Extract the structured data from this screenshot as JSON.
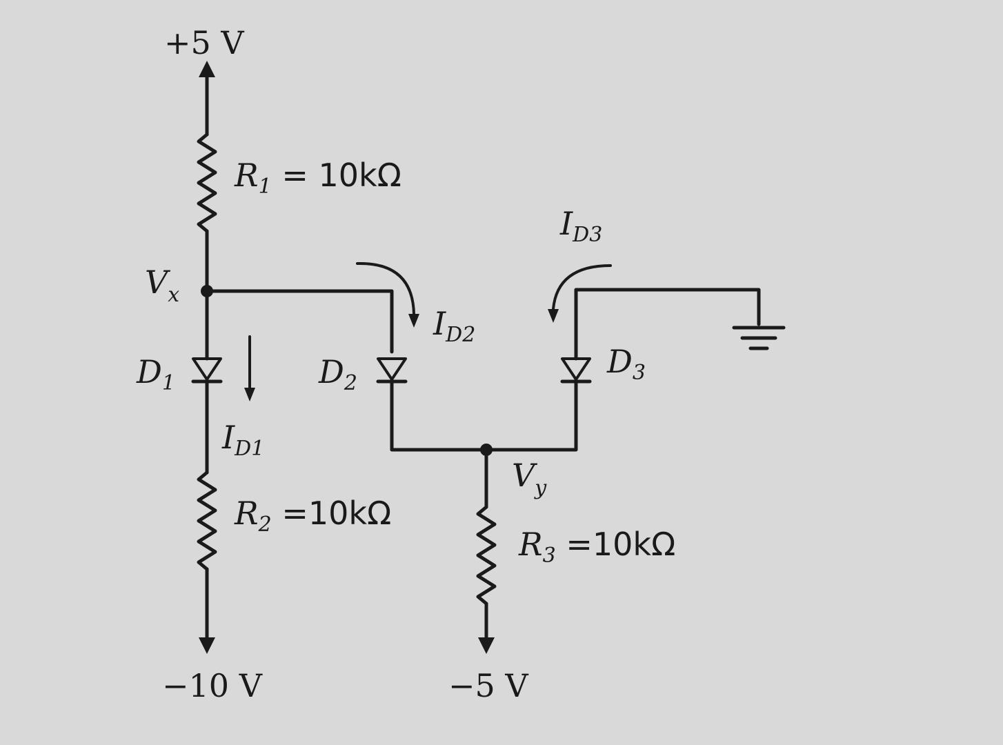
{
  "supplies": {
    "top": "+5 V",
    "left_bottom": "−10 V",
    "right_bottom": "−5 V"
  },
  "nodes": {
    "vx": {
      "main": "V",
      "sub": "x"
    },
    "vy": {
      "main": "V",
      "sub": "y"
    }
  },
  "resistors": {
    "r1": {
      "main": "R",
      "sub": "1",
      "value": " = 10kΩ"
    },
    "r2": {
      "main": "R",
      "sub": "2",
      "value": " =10kΩ"
    },
    "r3": {
      "main": "R",
      "sub": "3",
      "value": " =10kΩ"
    }
  },
  "diodes": {
    "d1": {
      "main": "D",
      "sub": "1"
    },
    "d2": {
      "main": "D",
      "sub": "2"
    },
    "d3": {
      "main": "D",
      "sub": "3"
    }
  },
  "currents": {
    "id1": {
      "main": "I",
      "sub": "D1"
    },
    "id2": {
      "main": "I",
      "sub": "D2"
    },
    "id3": {
      "main": "I",
      "sub": "D3"
    }
  }
}
